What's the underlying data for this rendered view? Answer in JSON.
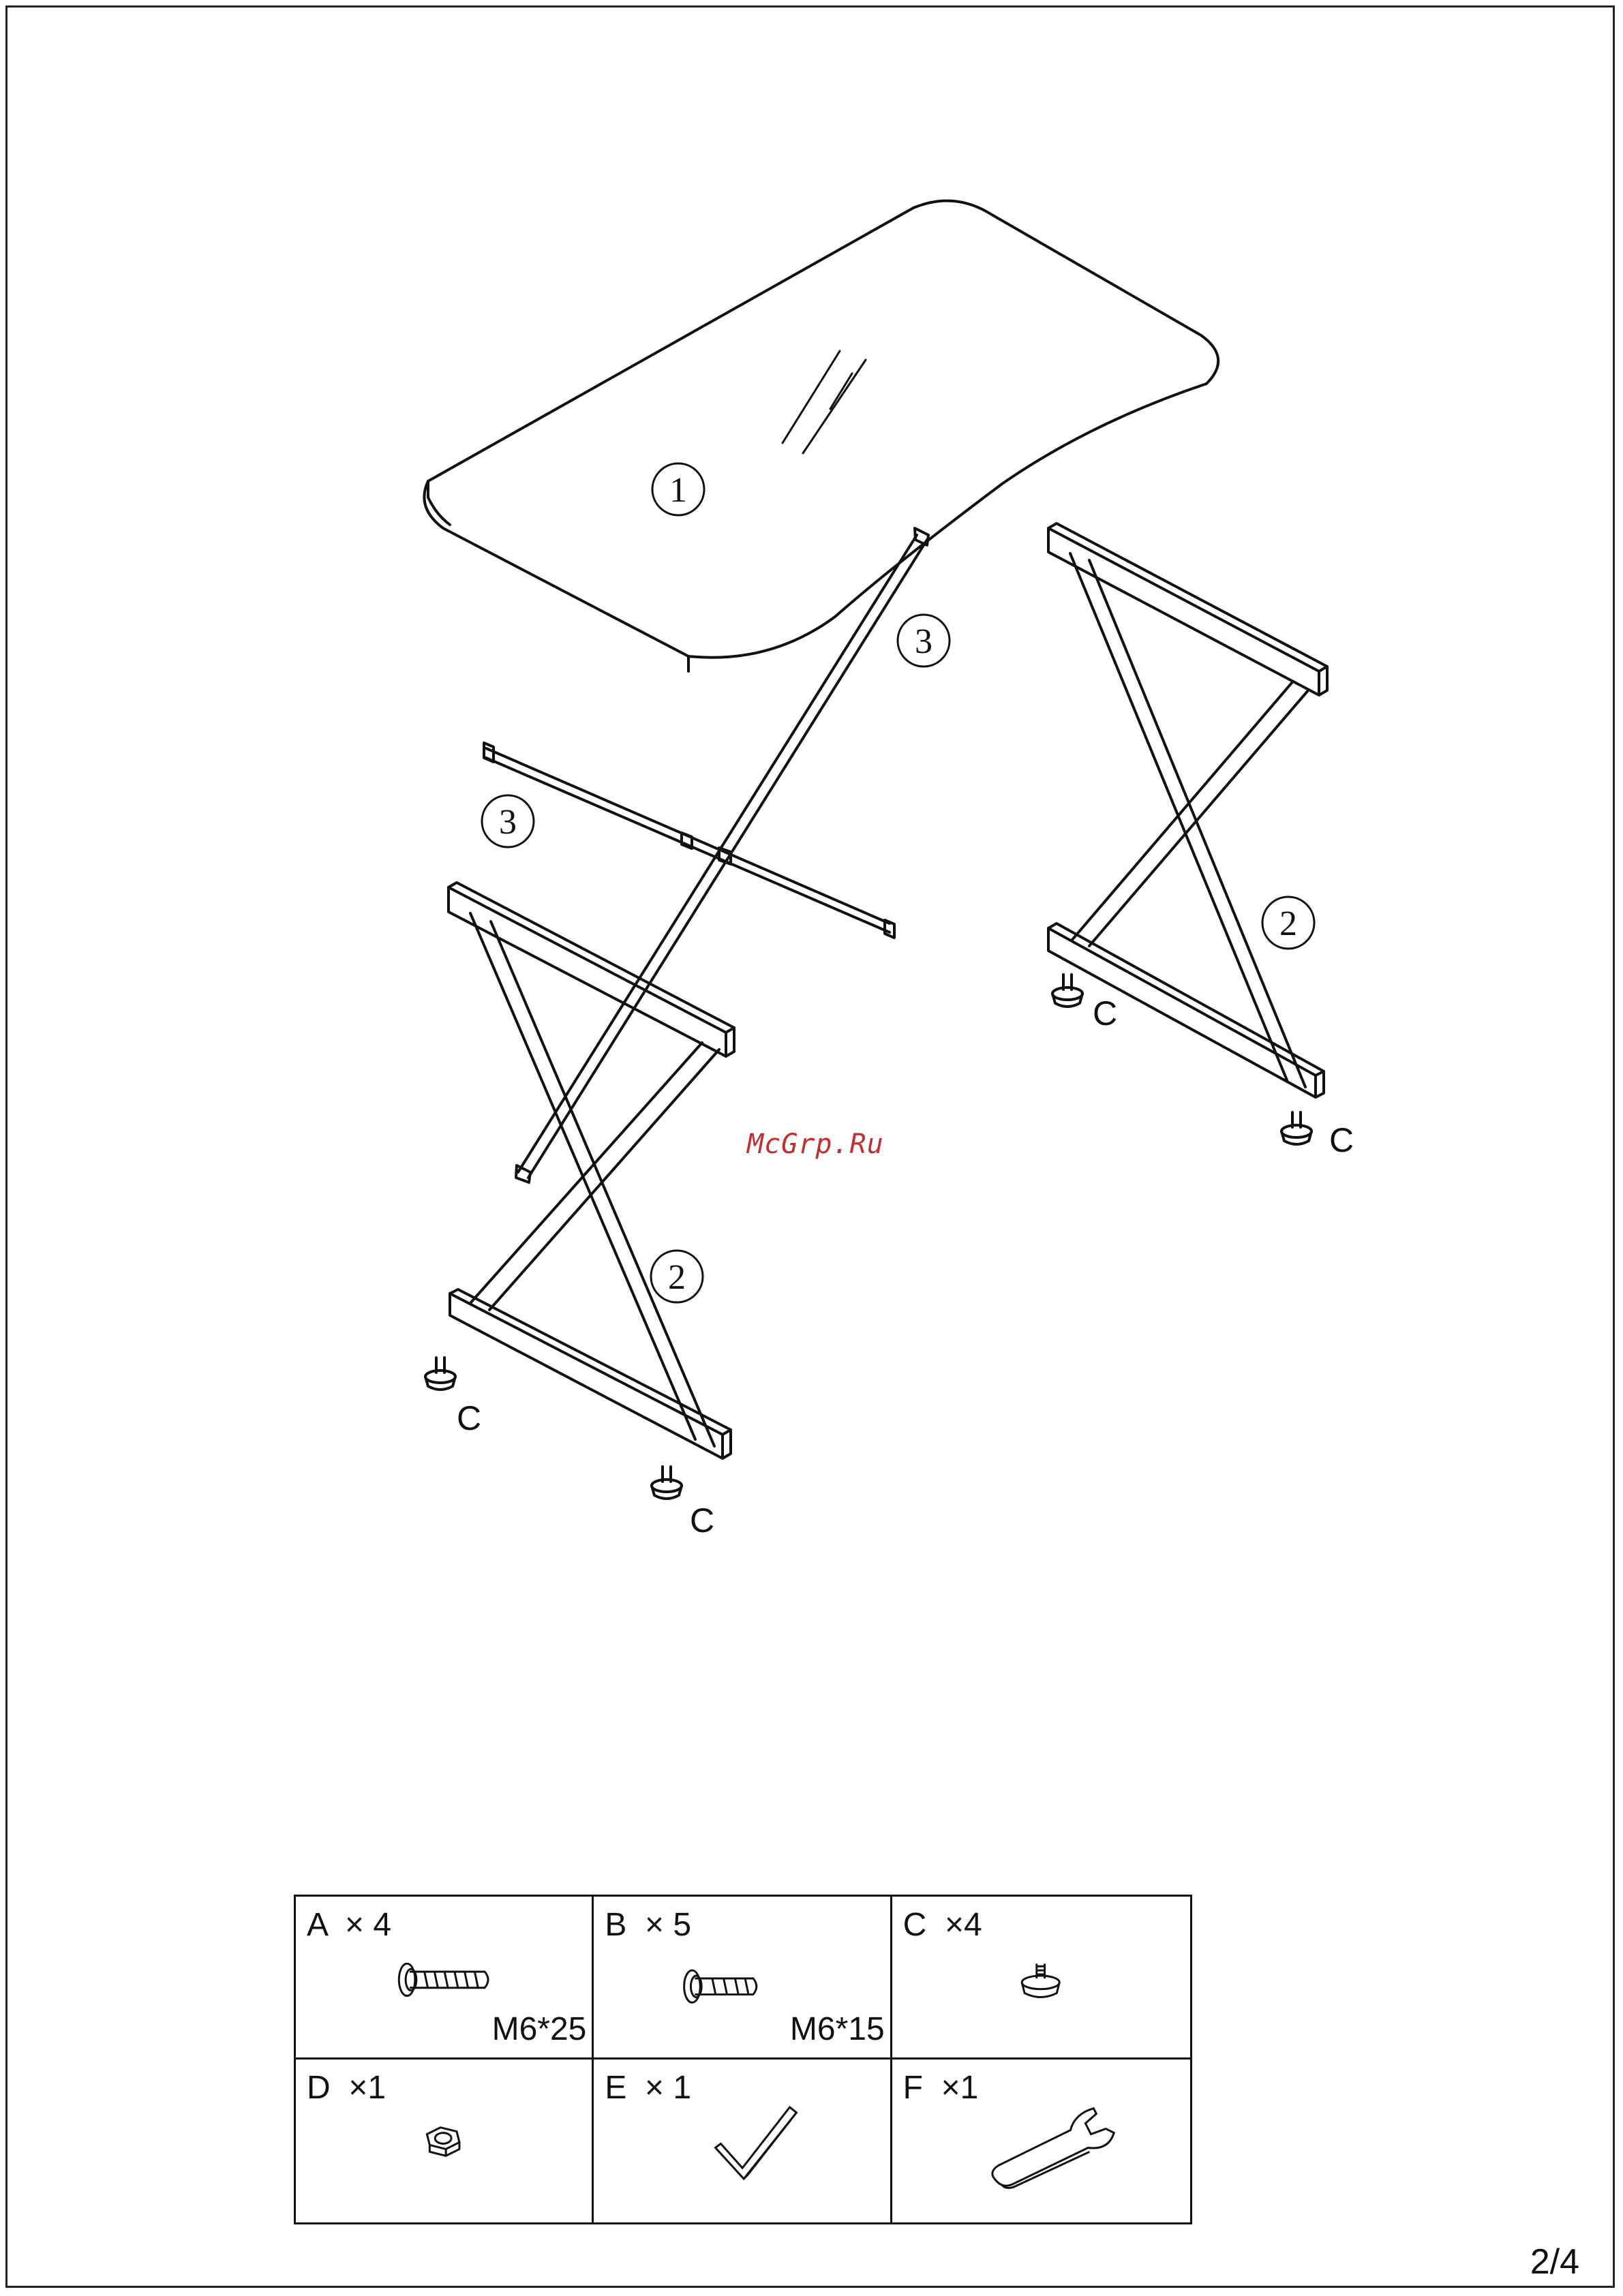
{
  "callouts": {
    "tabletop": "1",
    "crossbar_a": "3",
    "crossbar_b": "3",
    "leg_right": "2",
    "leg_left": "2",
    "foot_1": "C",
    "foot_2": "C",
    "foot_3": "C",
    "foot_4": "C"
  },
  "watermark": "McGrp.Ru",
  "parts": [
    {
      "label": "A  × 4",
      "size": "M6*25",
      "icon": "bolt-long-icon"
    },
    {
      "label": "B  × 5",
      "size": "M6*15",
      "icon": "bolt-short-icon"
    },
    {
      "label": "C  ×4",
      "size": "",
      "icon": "leveling-foot-icon"
    },
    {
      "label": "D  ×1",
      "size": "",
      "icon": "hex-nut-icon"
    },
    {
      "label": "E  × 1",
      "size": "",
      "icon": "allen-key-icon"
    },
    {
      "label": "F  ×1",
      "size": "",
      "icon": "wrench-icon"
    }
  ],
  "page_number": "2/4"
}
